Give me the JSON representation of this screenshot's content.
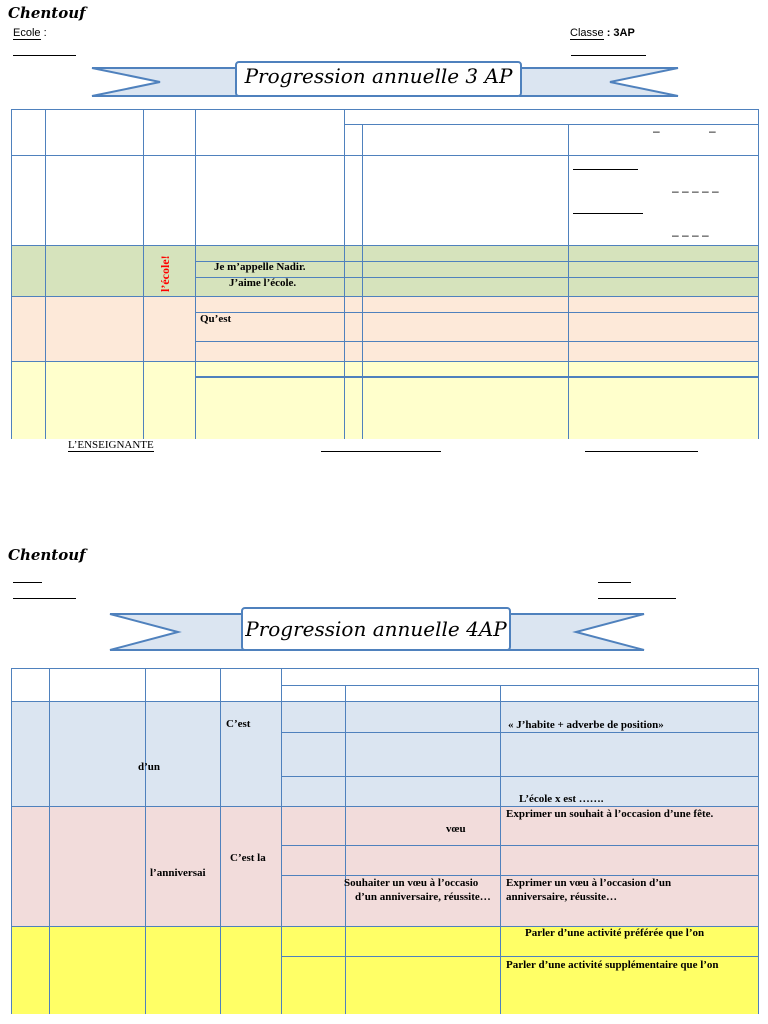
{
  "page1": {
    "author": "Chentouf",
    "ecole_label": "Ecole",
    "ecole_colon": ":",
    "classe_label": "Classe",
    "classe_value": ": 3AP",
    "banner_title": "Progression annuelle 3 AP",
    "vertical_label": "l’école!",
    "rows": {
      "r1": "Je m’appelle Nadir.",
      "r2": "J’aime l’école.",
      "r3": "Qu’est"
    },
    "dashes_top": [
      "–",
      "–"
    ],
    "dashes_mid": "– – – – –",
    "dashes_low": "– – – –",
    "footer_teacher": "L’ENSEIGNANTE"
  },
  "page2": {
    "author": "Chentouf",
    "banner_title": "Progression annuelle 4AP",
    "cells": {
      "cest": "C’est",
      "dun": "d’un",
      "jhabite": "« J’habite + adverbe de position»",
      "ecole_x": "L’école x est …….",
      "voeu": "vœu",
      "souhait_fete": "Exprimer un souhait à l’occasion d’une fête.",
      "cest_la": "C’est la",
      "anniversai": "l’anniversai",
      "souhaiter_1": "Souhaiter un vœu à l’occasio",
      "souhaiter_2": "d’un anniversaire, réussite…",
      "exprimer_voeu_1": "Exprimer un vœu à l’occasion d’un",
      "exprimer_voeu_2": "anniversaire, réussite…",
      "activite_1": "Parler d’une activité préférée que l’on",
      "activite_2": "Parler d’une activité supplémentaire que l’on"
    }
  },
  "colors": {
    "border": "#4f81bd",
    "green": "#d6e3bc",
    "peach": "#fde9d9",
    "light_yellow": "#ffffcc",
    "blue": "#dbe5f1",
    "pink": "#f2dcdb",
    "yellow": "#ffff66",
    "red_text": "#ff0000"
  }
}
